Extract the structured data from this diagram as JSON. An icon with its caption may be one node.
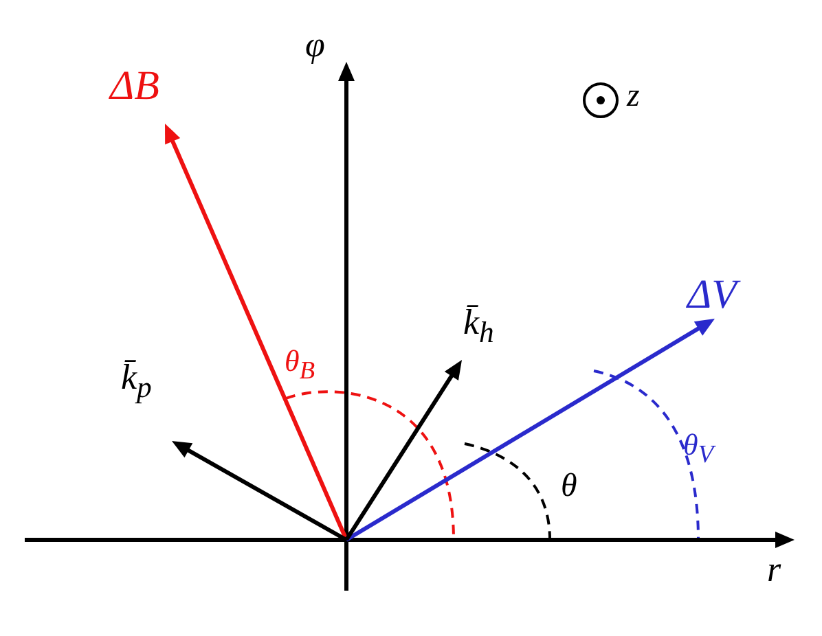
{
  "diagram": {
    "labels": [
      "φ",
      "ΔB",
      "z",
      "ΔV",
      "k̄$_{h}$",
      "θ$_{B}$",
      "k̄$_{p}$",
      "θ",
      "θ$_{V}$",
      "r"
    ]
  }
}
